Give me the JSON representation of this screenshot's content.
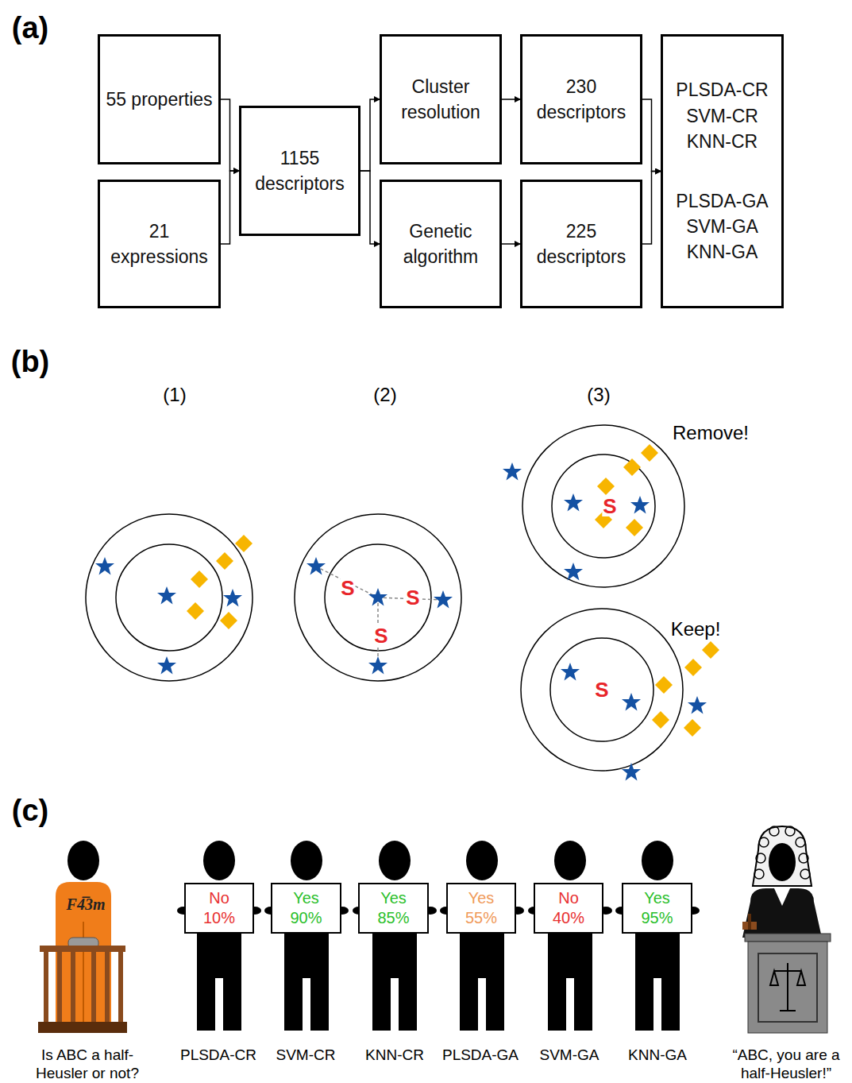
{
  "diagram": {
    "nodes": [
      {
        "text": [
          "55 properties"
        ]
      },
      {
        "text": [
          "21 expressions"
        ]
      },
      {
        "text": [
          "1155 descriptors"
        ]
      },
      {
        "text": [
          "Cluster resolution"
        ]
      },
      {
        "text": [
          "Genetic algorithm"
        ]
      },
      {
        "text": [
          "230 descriptors"
        ]
      },
      {
        "text": [
          "225 descriptors"
        ]
      },
      {
        "text": [
          "PLSDA-CR SVM-CR KNN-CR",
          "PLSDA-GA SVM-GA KNN-GA"
        ]
      },
      {
        "text": [
          "No",
          "10%"
        ]
      },
      {
        "text": [
          "Yes",
          "90%"
        ]
      },
      {
        "text": [
          "Yes",
          "85%"
        ]
      },
      {
        "text": [
          "Yes",
          "55%"
        ]
      },
      {
        "text": [
          "No",
          "40%"
        ]
      },
      {
        "text": [
          "Yes",
          "95%"
        ]
      }
    ],
    "edges": [
      {
        "from": 0,
        "to": 2,
        "arrow": "to"
      },
      {
        "from": 1,
        "to": 2,
        "arrow": "to"
      },
      {
        "from": 2,
        "to": 3,
        "arrow": "to"
      },
      {
        "from": 2,
        "to": 4,
        "arrow": "to"
      },
      {
        "from": 3,
        "to": 5,
        "arrow": "to"
      },
      {
        "from": 4,
        "to": 6,
        "arrow": "to"
      },
      {
        "from": 5,
        "to": 7,
        "arrow": "to"
      },
      {
        "from": 6,
        "to": 7,
        "arrow": "to"
      }
    ],
    "labels": [
      "(a)",
      "(b)",
      "(1)",
      "(2)",
      "(3)",
      "S",
      "S",
      "S",
      "Remove!",
      "S",
      "Keep!",
      "S",
      "(c)",
      "F4̅3m",
      "Is ABC a half-Heusler or not?",
      "PLSDA-CR",
      "SVM-CR",
      "KNN-CR",
      "PLSDA-GA",
      "SVM-GA",
      "KNN-GA",
      "“ABC, you are a half-Heusler!”"
    ]
  }
}
